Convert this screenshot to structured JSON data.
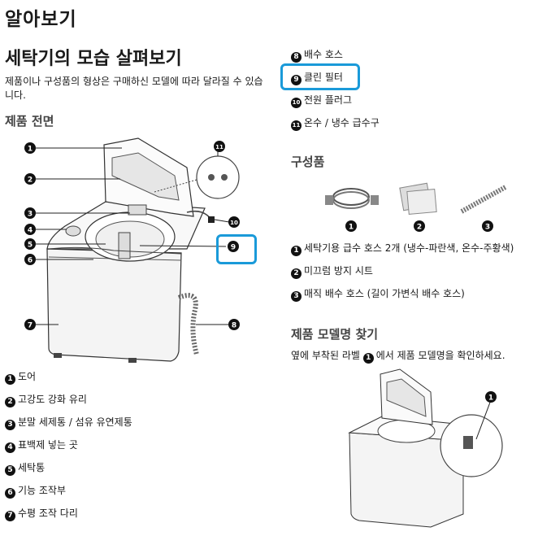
{
  "heading": "알아보기",
  "section_title": "세탁기의 모습 살펴보기",
  "intro": "제품이나 구성품의 형상은 구매하신 모델에 따라 달라질 수 있습니다.",
  "front": {
    "title": "제품 전면",
    "labels": [
      "1",
      "2",
      "3",
      "4",
      "5",
      "6",
      "7",
      "8",
      "9",
      "10",
      "11"
    ],
    "parts": [
      {
        "n": "1",
        "label": "도어"
      },
      {
        "n": "2",
        "label": "고강도 강화 유리"
      },
      {
        "n": "3",
        "label": "분말 세제통 / 섬유 유연제통"
      },
      {
        "n": "4",
        "label": "표백제 넣는 곳"
      },
      {
        "n": "5",
        "label": "세탁통"
      },
      {
        "n": "6",
        "label": "기능 조작부"
      },
      {
        "n": "7",
        "label": "수평 조작 다리"
      }
    ],
    "parts_right": [
      {
        "n": "8",
        "label": "배수 호스"
      },
      {
        "n": "9",
        "label": "클린 필터"
      },
      {
        "n": "10",
        "label": "전원 플러그"
      },
      {
        "n": "11",
        "label": "온수 / 냉수 급수구"
      }
    ]
  },
  "components": {
    "title": "구성품",
    "labels": [
      "1",
      "2",
      "3"
    ],
    "items": [
      {
        "n": "1",
        "label": "세탁기용 급수 호스 2개 (냉수-파란색, 온수-주황색)"
      },
      {
        "n": "2",
        "label": "미끄럼 방지 시트"
      },
      {
        "n": "3",
        "label": "매직 배수 호스 (길이 가변식 배수 호스)"
      }
    ]
  },
  "model": {
    "title": "제품 모델명 찾기",
    "text_before": "옆에 부착된 라벨 ",
    "text_num": "1",
    "text_after": "에서 제품 모델명을 확인하세요.",
    "callout": "1"
  },
  "colors": {
    "highlight": "#1a9ad9"
  }
}
